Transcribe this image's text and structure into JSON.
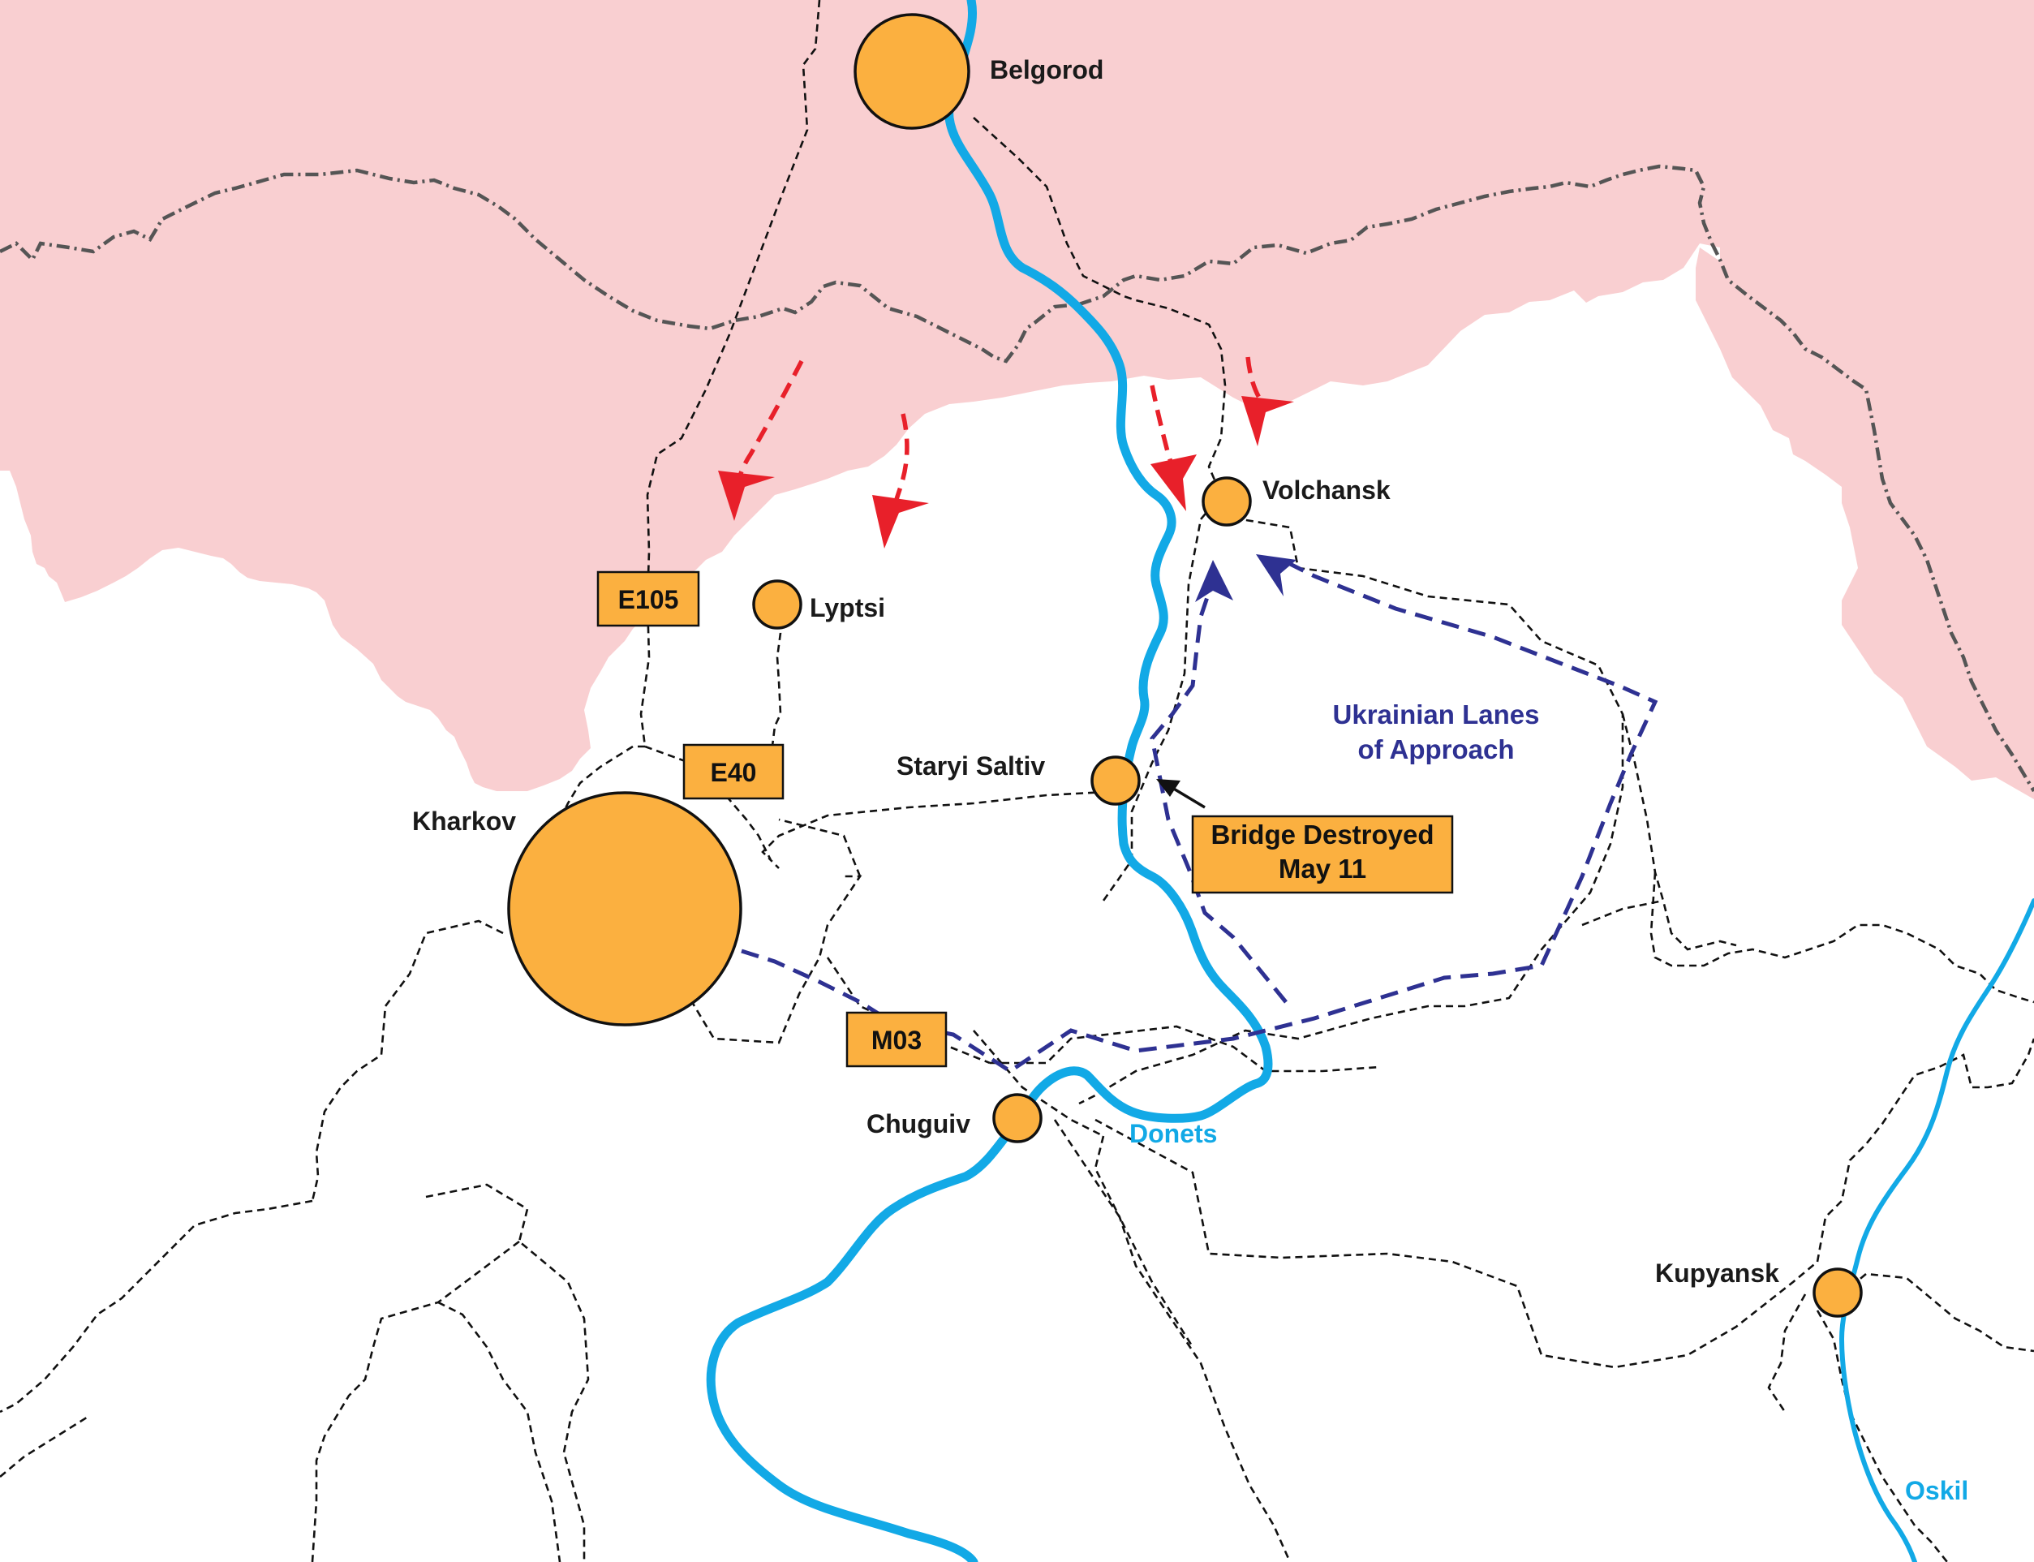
{
  "map": {
    "territory_color": "#f9cfd1",
    "river_color": "#12a9e6",
    "ukrainian_arrow_color": "#2e3192",
    "russian_arrow_color": "#e8202a",
    "city_fill_color": "#fbb040"
  },
  "cities": {
    "belgorod": "Belgorod",
    "volchansk": "Volchansk",
    "lyptsi": "Lyptsi",
    "staryi_saltiv": "Staryi Saltiv",
    "kharkov": "Kharkov",
    "chuguiv": "Chuguiv",
    "kupyansk": "Kupyansk"
  },
  "roads": {
    "e105": "E105",
    "e40": "E40",
    "m03": "M03"
  },
  "rivers": {
    "donets": "Donets",
    "oskil": "Oskil"
  },
  "callouts": {
    "bridge_line1": "Bridge Destroyed",
    "bridge_line2": "May 11"
  },
  "legend": {
    "approach_line1": "Ukrainian Lanes",
    "approach_line2": "of Approach"
  }
}
